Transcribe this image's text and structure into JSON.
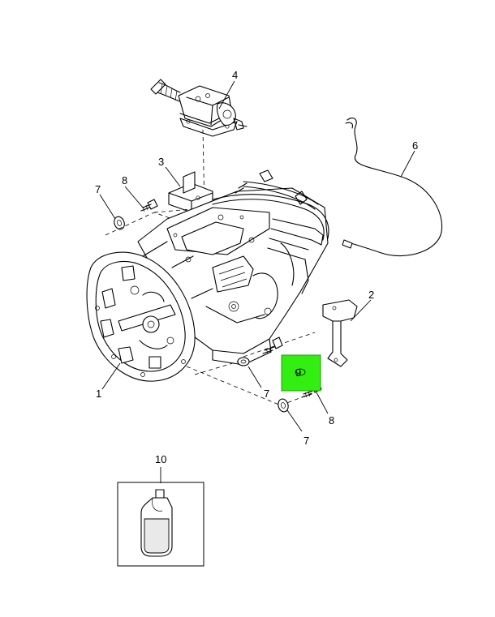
{
  "diagram": {
    "callouts": [
      {
        "id": "c1",
        "label": "1"
      },
      {
        "id": "c2",
        "label": "2"
      },
      {
        "id": "c3",
        "label": "3"
      },
      {
        "id": "c4",
        "label": "4"
      },
      {
        "id": "c6",
        "label": "6"
      },
      {
        "id": "c7a",
        "label": "7"
      },
      {
        "id": "c7b",
        "label": "7"
      },
      {
        "id": "c7c",
        "label": "7"
      },
      {
        "id": "c8a",
        "label": "8"
      },
      {
        "id": "c8b",
        "label": "8"
      },
      {
        "id": "c9",
        "label": "9"
      },
      {
        "id": "c10",
        "label": "10"
      }
    ],
    "highlight_color": "#33ee11",
    "line_color": "#000000",
    "background": "#ffffff"
  }
}
